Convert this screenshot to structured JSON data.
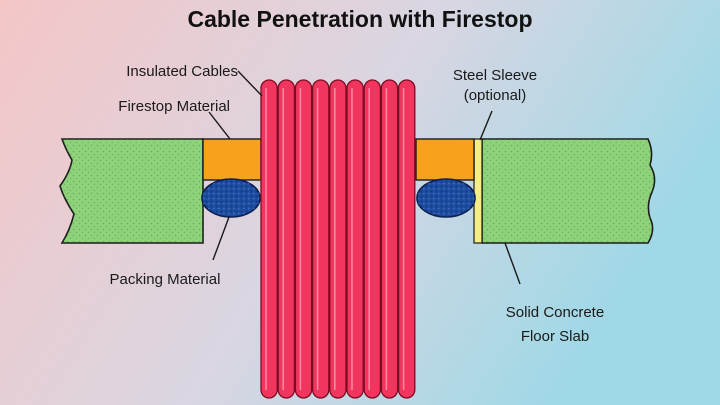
{
  "title": "Cable Penetration with Firestop",
  "labels": {
    "insulated_cables": "Insulated Cables",
    "firestop_material": "Firestop Material",
    "steel_sleeve_line1": "Steel Sleeve",
    "steel_sleeve_line2": "(optional)",
    "packing_material": "Packing Material",
    "solid_concrete_line1": "Solid Concrete",
    "solid_concrete_line2": "Floor Slab"
  },
  "colors": {
    "background_left": "#f2c7c8",
    "background_right": "#a7dbe6",
    "concrete": "#8ed27c",
    "firestop": "#f7a21c",
    "packing": "#1d4da1",
    "cables": "#f2355f",
    "steel_sleeve": "#f3ef86"
  }
}
